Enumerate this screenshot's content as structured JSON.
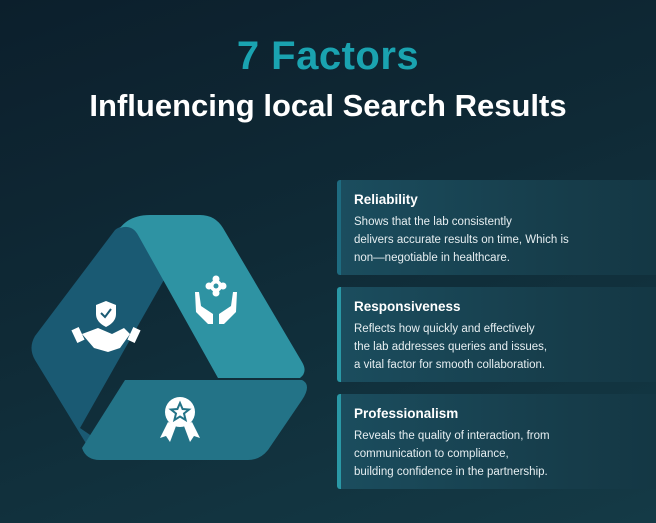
{
  "header": {
    "title_accent": "7 Factors",
    "title_main": "Influencing local Search Results"
  },
  "diagram": {
    "segments": [
      {
        "name": "left",
        "color": "#1a5a73",
        "icon": "handshake-shield-icon"
      },
      {
        "name": "right",
        "color": "#2e93a3",
        "icon": "hands-flower-icon"
      },
      {
        "name": "bottom",
        "color": "#237387",
        "icon": "award-badge-icon"
      }
    ]
  },
  "factors": [
    {
      "title": "Reliability",
      "lines": [
        "Shows that the lab consistently",
        "delivers accurate results on time, Which is",
        "non—negotiable in healthcare."
      ]
    },
    {
      "title": "Responsiveness",
      "lines": [
        "Reflects how quickly and effectively",
        "the lab addresses queries and issues,",
        "a vital factor for smooth collaboration."
      ]
    },
    {
      "title": "Professionalism",
      "lines": [
        "Reveals the quality of interaction, from",
        "communication to compliance,",
        "building confidence in the partnership."
      ]
    }
  ],
  "colors": {
    "accent": "#1aa3b0",
    "background": "#0f2a36"
  }
}
